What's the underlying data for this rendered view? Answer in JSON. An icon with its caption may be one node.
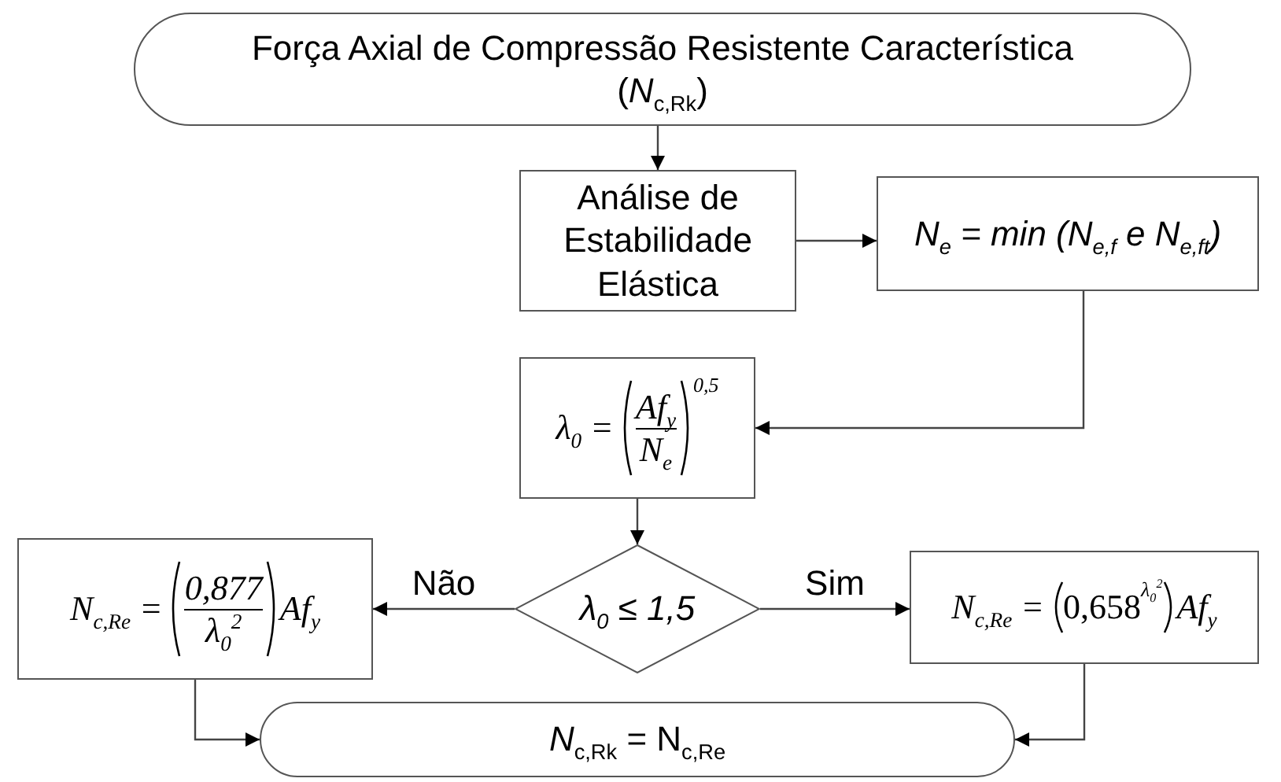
{
  "diagram": {
    "nodes": [
      {
        "text": [
          "Força Axial de Compressão Resistente Característica",
          "(*N*$_{c,Rk}$)"
        ]
      },
      {
        "text": [
          "Análise de Estabilidade Elástica"
        ]
      },
      {
        "text": [
          "N$_{e}$ = min (N$_{e,f}$ e N$_{e,ft}$)"
        ]
      },
      {
        "text": [
          "λ$_{0}$ =",
          "Af$_{y}$",
          "N$_{e}$",
          "0,5"
        ]
      },
      {
        "text": [
          "λ$_{0}$ ≤ 1,5"
        ]
      },
      {
        "text": [
          "N$_{c,Re}$ =",
          "0,877",
          "λ$_{0}$$^{2}$",
          "Af$_{y}$"
        ]
      },
      {
        "text": [
          "N$_{c,Re}$ =",
          "0,658",
          "λ$_{0}$$^{2}$",
          "Af$_{y}$"
        ]
      },
      {
        "text": [
          "*N*$_{c,Rk}$ = N$_{c,Re}$"
        ]
      }
    ],
    "edges": [
      {
        "from": 0,
        "to": 1,
        "arrow": "to"
      },
      {
        "from": 1,
        "to": 2,
        "arrow": "to"
      },
      {
        "from": 2,
        "to": 3,
        "arrow": "to"
      },
      {
        "from": 3,
        "to": 4,
        "arrow": "to"
      },
      {
        "from": 4,
        "to": 5,
        "arrow": "to",
        "label": "Não"
      },
      {
        "from": 4,
        "to": 6,
        "arrow": "to",
        "label": "Sim"
      },
      {
        "from": 5,
        "to": 7,
        "arrow": "to"
      },
      {
        "from": 6,
        "to": 7,
        "arrow": "to"
      }
    ]
  }
}
